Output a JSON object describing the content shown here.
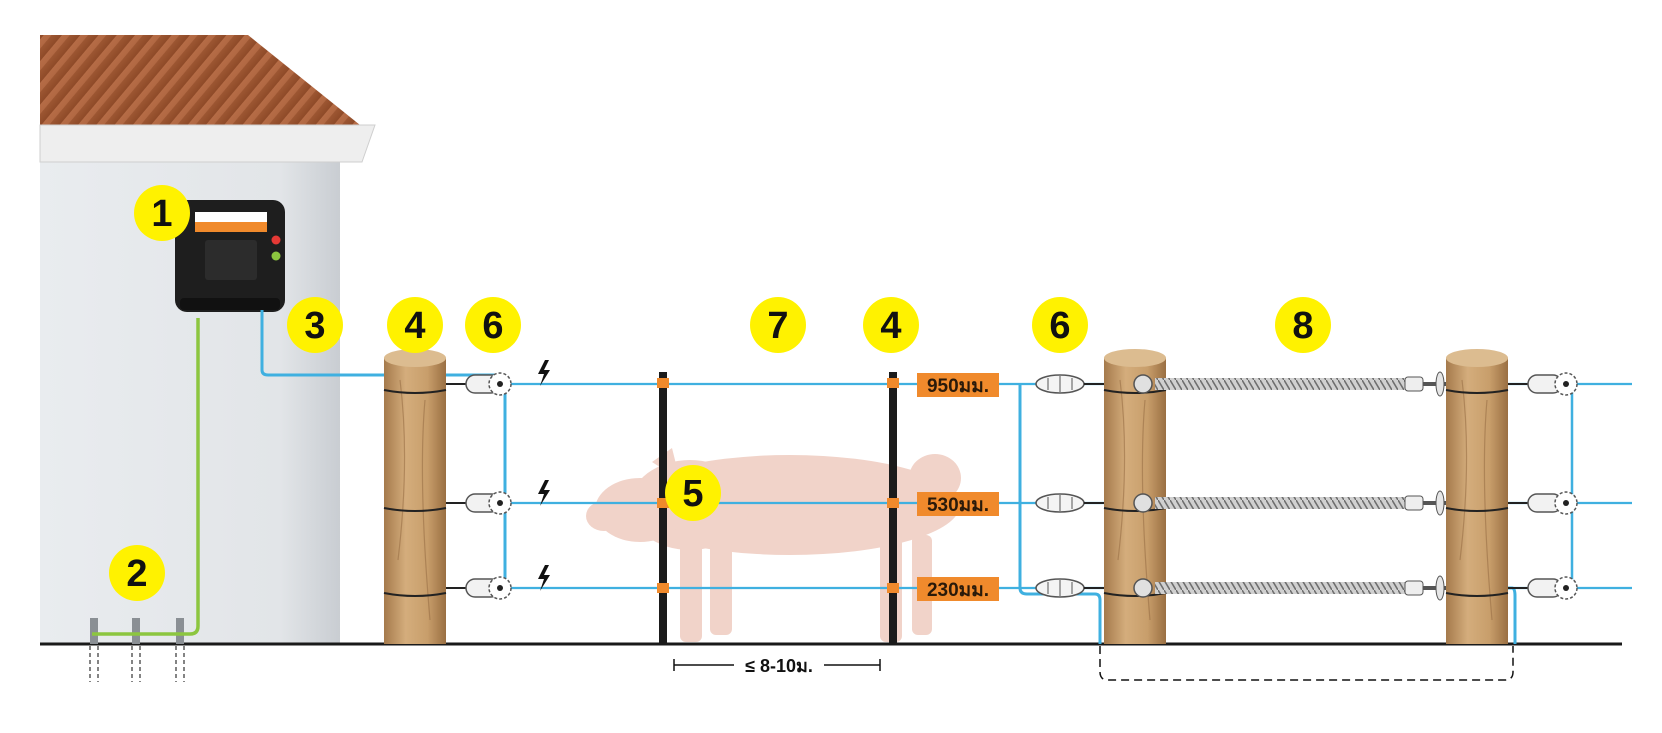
{
  "colors": {
    "badge": "#fff200",
    "live_wire": "#3fb0e0",
    "earth_wire": "#8cc63f",
    "height_tag": "#f08a2c",
    "post_wood": "#c9a070",
    "roof": "#a35a33",
    "wall": "#e6e9ec",
    "energizer_body": "#1e1e1e",
    "energizer_accent": "#f08a2c",
    "animal": "#f1d3c9",
    "ground": "#1a1a1a"
  },
  "icons": {
    "roof": "corrugated-roof-icon",
    "energizer": "fence-energizer-icon",
    "earth_rod": "earth-rod-icon",
    "insulator": "ring-insulator-icon",
    "strain_insulator": "strain-insulator-icon",
    "tensioner": "spring-tensioner-icon",
    "bolt": "lightning-bolt-icon",
    "animal": "pig-icon"
  },
  "badges": {
    "energizer": "1",
    "earth": "2",
    "lead_out": "3",
    "post_left": "4",
    "insulator_left": "6",
    "wire": "7",
    "post_mid": "4",
    "pigtail_post": "5",
    "insulator_right": "6",
    "strain_section": "8"
  },
  "heights": [
    "950มม.",
    "530มม.",
    "230มม."
  ],
  "spacing_label": "≤ 8-10ม."
}
